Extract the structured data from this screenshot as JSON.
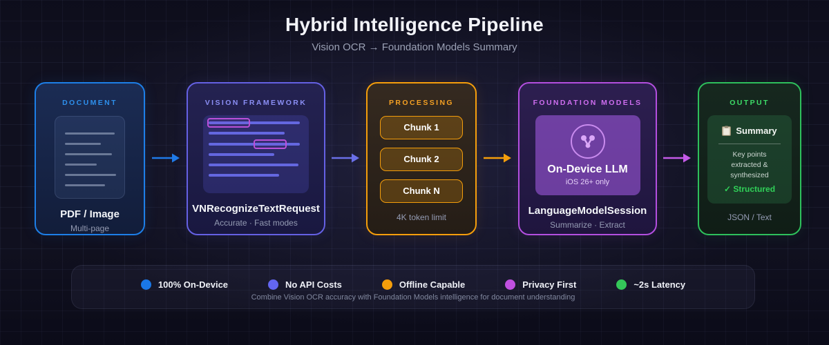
{
  "header": {
    "title": "Hybrid Intelligence Pipeline",
    "subtitle": "Vision OCR → Foundation Models Summary"
  },
  "stages": [
    {
      "label": "DOCUMENT",
      "accent": "#2e8feb",
      "icon": "document-page-icon",
      "title": "PDF / Image",
      "subtitle": "Multi-page"
    },
    {
      "label": "VISION FRAMEWORK",
      "accent": "#8b8ff5",
      "icon": "ocr-text-scan-icon",
      "title": "VNRecognizeTextRequest",
      "subtitle": "Accurate · Fast modes"
    },
    {
      "label": "PROCESSING",
      "accent": "#f5a123",
      "chunks": [
        "Chunk 1",
        "Chunk 2",
        "Chunk N"
      ],
      "subtitle": "4K token limit"
    },
    {
      "label": "FOUNDATION MODELS",
      "accent": "#cf6ef0",
      "icon": "neural-network-icon",
      "panel": {
        "title": "On-Device LLM",
        "subtitle": "iOS 26+ only"
      },
      "title": "LanguageModelSession",
      "subtitle": "Summarize · Extract"
    },
    {
      "label": "OUTPUT",
      "accent": "#3ddc68",
      "icon": "clipboard-icon",
      "panel": {
        "title": "Summary",
        "lines": [
          "Key points",
          "extracted &",
          "synthesized"
        ],
        "badge": "✓ Structured"
      },
      "subtitle": "JSON / Text"
    }
  ],
  "arrows": [
    {
      "color": "#1f7ae8"
    },
    {
      "color": "#6a6fe8"
    },
    {
      "color": "#f59e0b"
    },
    {
      "color": "#c45ae8"
    }
  ],
  "legend": {
    "items": [
      {
        "label": "100% On-Device",
        "color": "#1a78e8"
      },
      {
        "label": "No API Costs",
        "color": "#6366f1"
      },
      {
        "label": "Offline Capable",
        "color": "#f59e0b"
      },
      {
        "label": "Privacy First",
        "color": "#c050e0"
      },
      {
        "label": "~2s Latency",
        "color": "#34c759"
      }
    ],
    "caption": "Combine Vision OCR accuracy with Foundation Models intelligence for document understanding"
  }
}
